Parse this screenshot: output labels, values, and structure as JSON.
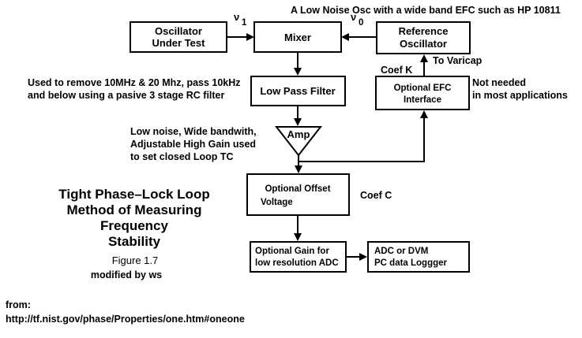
{
  "header": {
    "top_note": "A Low Noise Osc with a wide band EFC such as HP 10811"
  },
  "blocks": {
    "osc_under_test": [
      "Oscillator",
      "Under Test"
    ],
    "mixer": "Mixer",
    "reference_osc": [
      "Reference",
      "Oscillator"
    ],
    "low_pass_filter": "Low Pass Filter",
    "efc_interface": [
      "Optional EFC",
      "Interface"
    ],
    "amp": "Amp",
    "offset_voltage": [
      "Optional Offset",
      "Voltage"
    ],
    "gain_adc": [
      "Optional  Gain for",
      "low resolution ADC"
    ],
    "adc_dvm": [
      "ADC or DVM",
      "PC data Loggger"
    ]
  },
  "signal_labels": {
    "v1": "ν",
    "v1_sub": "1",
    "v0": "ν",
    "v0_sub": "0",
    "to_varicap": "To Varicap",
    "coef_k": "Coef K",
    "coef_c": "Coef C"
  },
  "notes": {
    "filter_note": [
      "Used to remove 10MHz & 20 Mhz, pass 10kHz",
      "and below using a pasive 3 stage RC filter"
    ],
    "efc_note": [
      "Not needed",
      "in most applications"
    ],
    "amp_note": [
      "Low noise, Wide bandwith,",
      "Adjustable High Gain used",
      "to set closed Loop TC"
    ]
  },
  "figure_title": {
    "lines": [
      "Tight Phase–Lock Loop",
      "Method of Measuring",
      "Frequency",
      "Stability"
    ],
    "figure_label": "Figure 1.7",
    "modified": "modified by ws"
  },
  "source": {
    "from": "from:",
    "url": "http://tf.nist.gov/phase/Properties/one.htm#oneone"
  }
}
